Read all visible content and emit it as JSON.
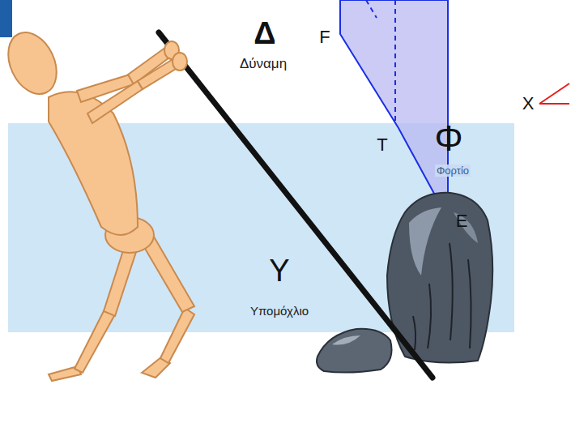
{
  "diagram": {
    "labels": [
      "Δ",
      "Δύναμη",
      "F",
      "T",
      "Φ",
      "Φορτίο",
      "E",
      "X",
      "Υ",
      "Υπομόχλιο"
    ]
  }
}
